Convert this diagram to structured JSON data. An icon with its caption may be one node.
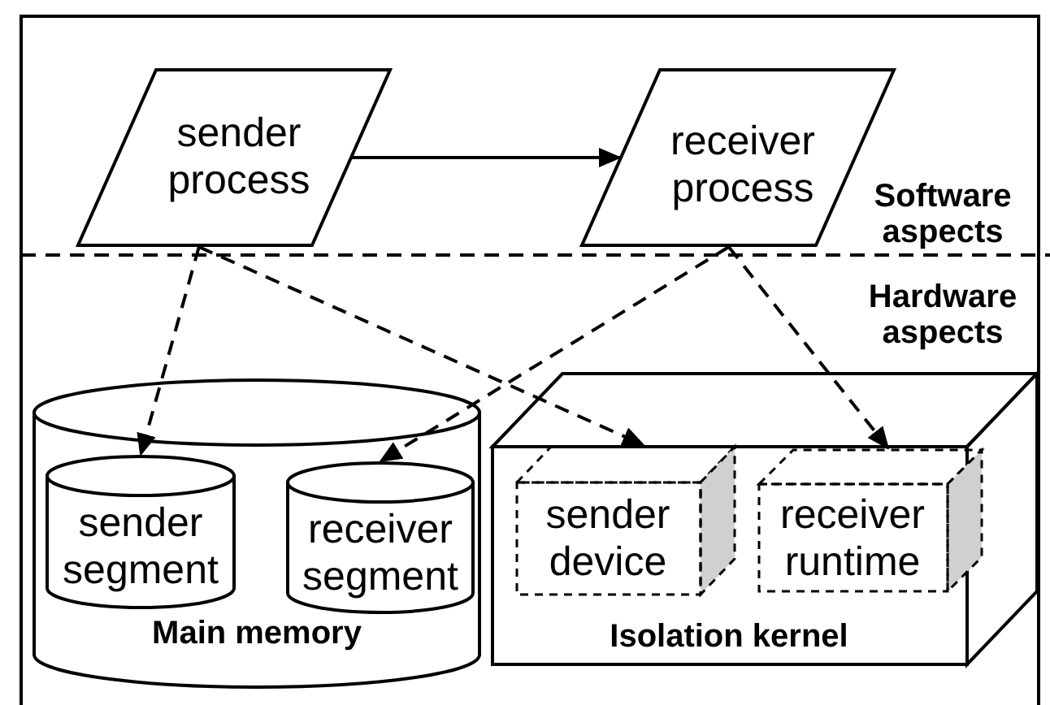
{
  "diagram": {
    "nodes": [
      {
        "text": [
          "sender process"
        ]
      },
      {
        "text": [
          "receiver process"
        ]
      },
      {
        "text": [
          "Main memory"
        ]
      },
      {
        "text": [
          "sender segment"
        ],
        "in": 2
      },
      {
        "text": [
          "receiver segment"
        ],
        "in": 2
      },
      {
        "text": [
          "Isolation kernel"
        ]
      },
      {
        "text": [
          "sender device"
        ],
        "in": 5
      },
      {
        "text": [
          "receiver runtime"
        ],
        "in": 5
      }
    ],
    "edges": [
      {
        "from": 0,
        "to": 1,
        "arrow": "to"
      },
      {
        "from": 0,
        "to": 3,
        "arrow": "to",
        "style": "dashed"
      },
      {
        "from": 0,
        "to": 6,
        "arrow": "to",
        "style": "dashed"
      },
      {
        "from": 1,
        "to": 4,
        "arrow": "to",
        "style": "dashed"
      },
      {
        "from": 1,
        "to": 7,
        "arrow": "to",
        "style": "dashed"
      }
    ],
    "labels": [
      "Software aspects",
      "Hardware aspects"
    ]
  }
}
